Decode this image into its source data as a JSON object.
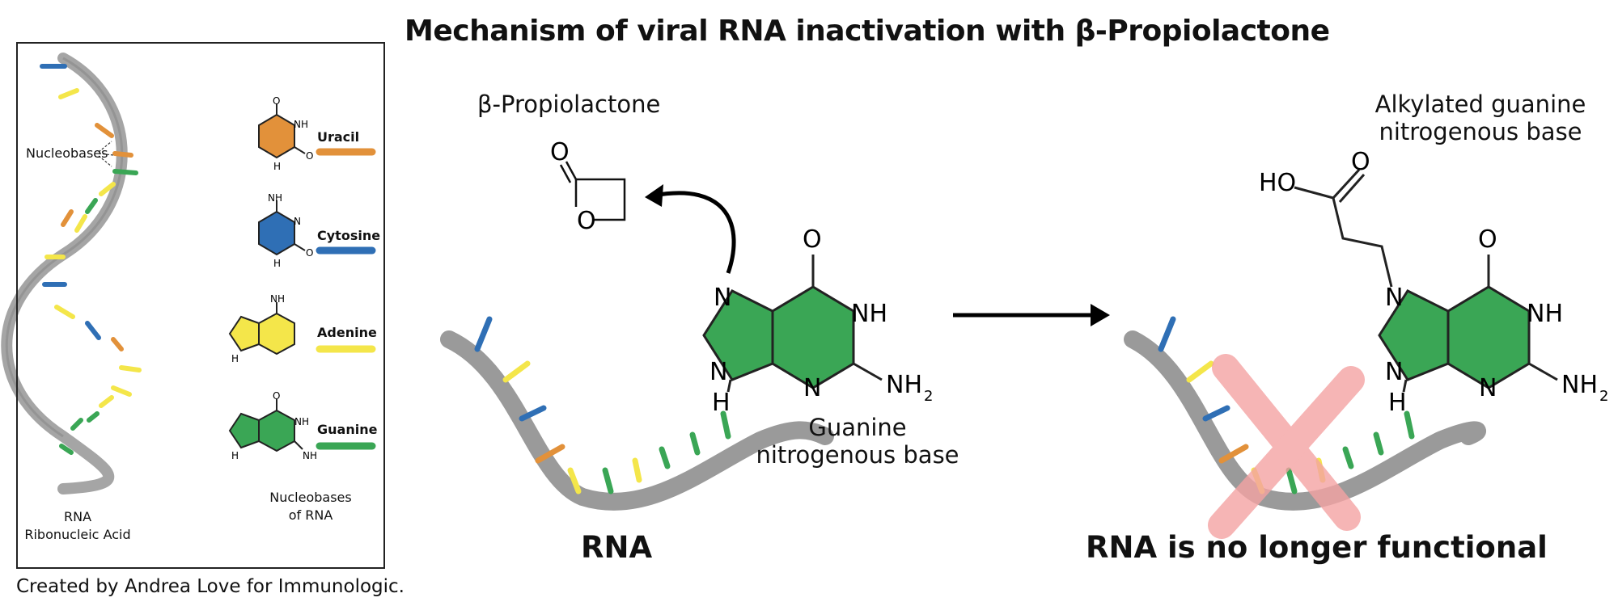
{
  "title": "Mechanism of viral RNA inactivation with β-Propiolactone",
  "credit": "Created by Andrea Love for Immunologic.",
  "panel": {
    "nucleobases_label": "Nucleobases",
    "rna_label_line1": "RNA",
    "rna_label_line2": "Ribonucleic Acid",
    "bases_caption_line1": "Nucleobases",
    "bases_caption_line2": "of RNA",
    "bases": [
      {
        "name": "Uracil",
        "color": "#e2913a"
      },
      {
        "name": "Cytosine",
        "color": "#2f6fb5"
      },
      {
        "name": "Adenine",
        "color": "#f4e64a"
      },
      {
        "name": "Guanine",
        "color": "#3aa655"
      }
    ]
  },
  "middle": {
    "reagent_label": "β-Propiolactone",
    "guanine_label_line1": "Guanine",
    "guanine_label_line2": "nitrogenous base",
    "rna_label": "RNA"
  },
  "right": {
    "alkylated_label_line1": "Alkylated guanine",
    "alkylated_label_line2": "nitrogenous base",
    "result_label": "RNA is no longer functional"
  },
  "atoms": {
    "O": "O",
    "N": "N",
    "NH": "NH",
    "H": "H",
    "NH2": "NH",
    "sub2": "2",
    "HO": "HO"
  },
  "colors": {
    "uracil": "#e2913a",
    "cytosine": "#2f6fb5",
    "adenine": "#f4e64a",
    "guanine": "#3aa655",
    "backbone": "#9a9a9a",
    "cross": "#f4a3a3"
  }
}
